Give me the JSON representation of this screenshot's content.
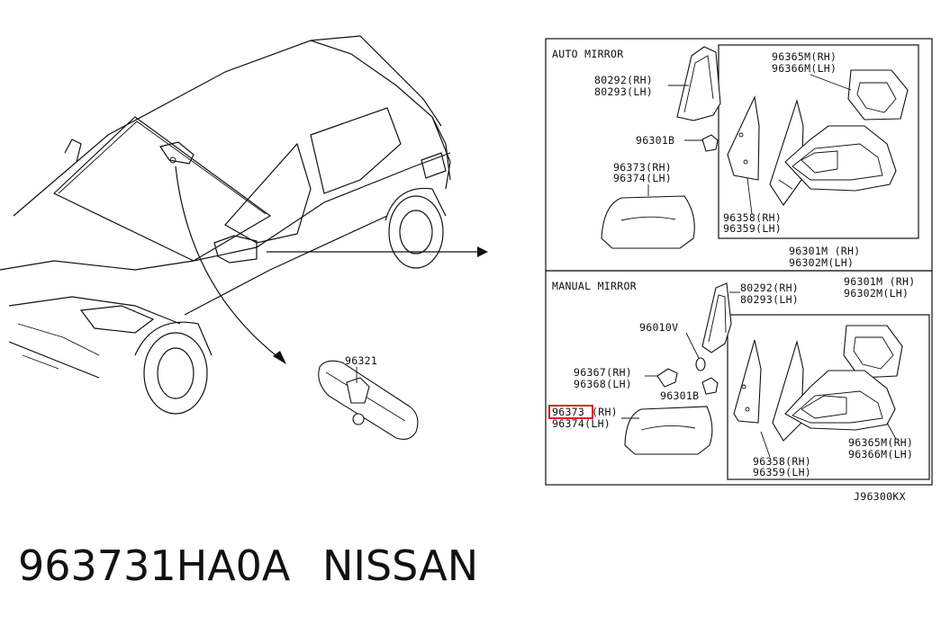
{
  "panels": {
    "auto_title": "AUTO MIRROR",
    "manual_title": "MANUAL MIRROR"
  },
  "labels": {
    "rearview_mirror": "96321",
    "auto_80292": "80292(RH)",
    "auto_80293": "80293(LH)",
    "auto_96365m": "96365M(RH)",
    "auto_96366m": "96366M(LH)",
    "auto_96301b": "96301B",
    "auto_96373": "96373(RH)",
    "auto_96374": "96374(LH)",
    "auto_96358": "96358(RH)",
    "auto_96359": "96359(LH)",
    "auto_96301m": "96301M (RH)",
    "auto_96302m": "96302M(LH)",
    "man_80292": "80292(RH)",
    "man_80293": "80293(LH)",
    "man_96301m": "96301M (RH)",
    "man_96302m": "96302M(LH)",
    "man_96010v": "96010V",
    "man_96367": "96367(RH)",
    "man_96368": "96368(LH)",
    "man_96301b": "96301B",
    "man_96373_highlight": "96373",
    "man_96373_suffix": "(RH)",
    "man_96374": "96374(LH)",
    "man_96365m": "96365M(RH)",
    "man_96366m": "96366M(LH)",
    "man_96358": "96358(RH)",
    "man_96359": "96359(LH)"
  },
  "diagram_code": "J96300KX",
  "footer": {
    "part_number": "963731HA0A",
    "brand": "NISSAN"
  },
  "colors": {
    "highlight": "#e00000",
    "line": "#111111"
  }
}
